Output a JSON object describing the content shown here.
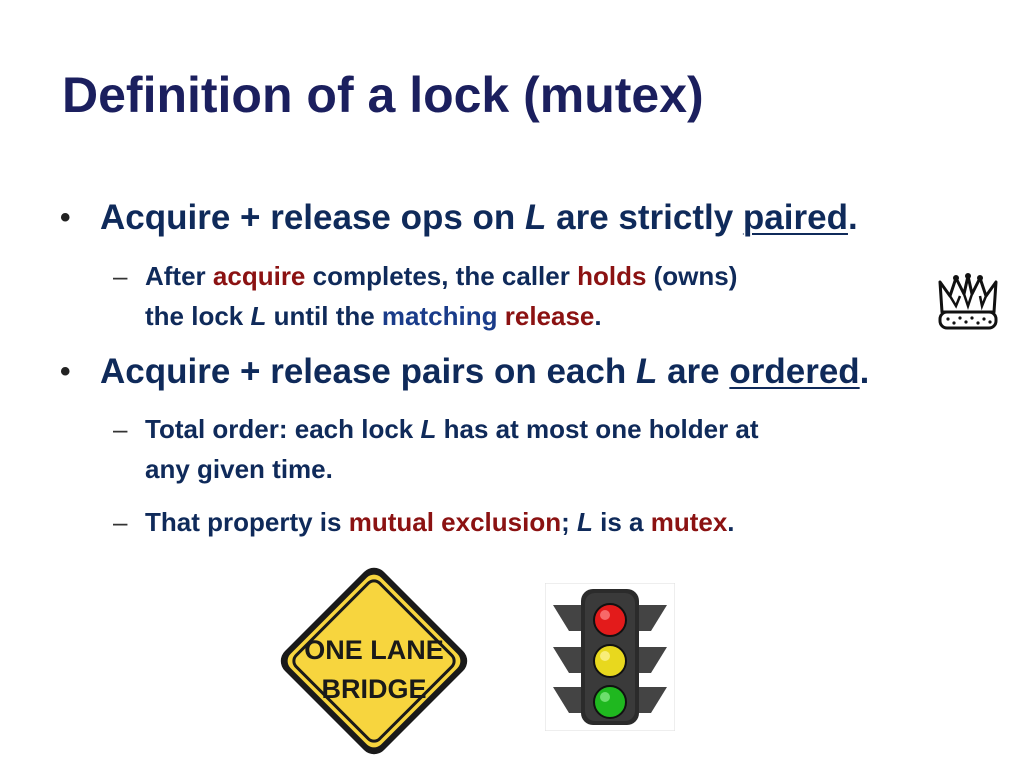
{
  "title": "Definition of a lock (mutex)",
  "bullets": [
    {
      "parts": [
        "Acquire + release ops on ",
        "L",
        " are strictly ",
        "paired",
        "."
      ]
    },
    {
      "parts": [
        "Acquire + release pairs on each ",
        "L",
        " are ",
        "ordered",
        "."
      ]
    }
  ],
  "subs": [
    {
      "line1": [
        "After ",
        "acquire",
        " completes, the caller ",
        "holds",
        " (owns)"
      ],
      "line2": [
        "the lock ",
        "L",
        " until the ",
        "matching",
        " ",
        "release",
        "."
      ]
    },
    {
      "line1": [
        "Total order: each lock ",
        "L",
        " has at most one holder at"
      ],
      "line2": [
        "any given time."
      ]
    },
    {
      "line1": [
        "That property is ",
        "mutual exclusion",
        "; ",
        "L",
        " is a ",
        "mutex",
        "."
      ]
    }
  ],
  "sign": {
    "line1": "ONE LANE",
    "line2": "BRIDGE",
    "fill": "#f7d53e",
    "border": "#1a1a1a"
  },
  "colors": {
    "title": "#1b1f5e",
    "text": "#0f2a5a",
    "accent_red": "#8b1212",
    "accent_blue": "#1a3c8a"
  }
}
